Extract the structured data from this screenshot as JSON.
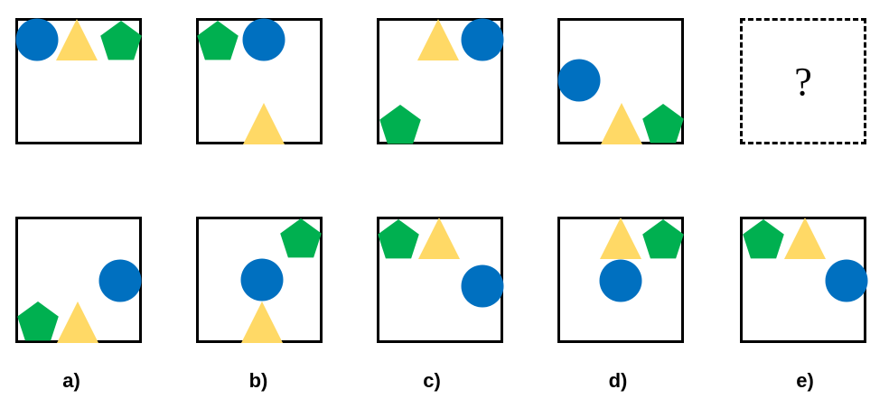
{
  "colors": {
    "circle": "#0070C0",
    "triangle": "#FFD966",
    "pentagon": "#00B050"
  },
  "question_mark": "?",
  "sequence": [
    {
      "id": "s1",
      "shapes": [
        "circle",
        "triangle",
        "pentagon"
      ]
    },
    {
      "id": "s2",
      "shapes": [
        "pentagon",
        "circle",
        "triangle"
      ]
    },
    {
      "id": "s3",
      "shapes": [
        "triangle",
        "circle",
        "pentagon"
      ]
    },
    {
      "id": "s4",
      "shapes": [
        "circle",
        "triangle",
        "pentagon"
      ]
    }
  ],
  "options": [
    {
      "label": "a)",
      "shapes": [
        "circle",
        "pentagon",
        "triangle"
      ]
    },
    {
      "label": "b)",
      "shapes": [
        "pentagon",
        "circle",
        "triangle"
      ]
    },
    {
      "label": "c)",
      "shapes": [
        "pentagon",
        "triangle",
        "circle"
      ]
    },
    {
      "label": "d)",
      "shapes": [
        "triangle",
        "pentagon",
        "circle"
      ]
    },
    {
      "label": "e)",
      "shapes": [
        "pentagon",
        "triangle",
        "circle"
      ]
    }
  ]
}
